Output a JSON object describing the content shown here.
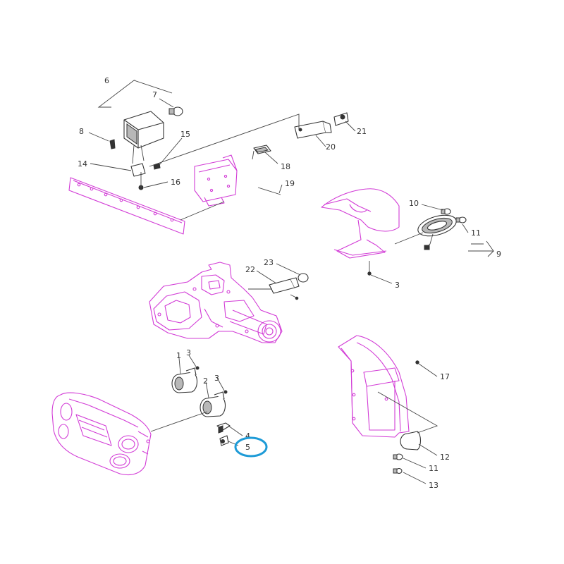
{
  "colors": {
    "part_outline": "#d23cd6",
    "part_fill": "#f6d6f8",
    "line": "#444444",
    "label": "#333333",
    "highlight": "#1e9bd7"
  },
  "callouts": {
    "c1": "1",
    "c2": "2",
    "c3a": "3",
    "c3b": "3",
    "c3c": "3",
    "c4": "4",
    "c5": "5",
    "c6": "6",
    "c7": "7",
    "c8": "8",
    "c9": "9",
    "c10": "10",
    "c11a": "11",
    "c11b": "11",
    "c12": "12",
    "c13": "13",
    "c14": "14",
    "c15": "15",
    "c16": "16",
    "c17": "17",
    "c18": "18",
    "c19": "19",
    "c20": "20",
    "c21": "21",
    "c22": "22",
    "c23": "23"
  },
  "highlighted_callout": "5"
}
